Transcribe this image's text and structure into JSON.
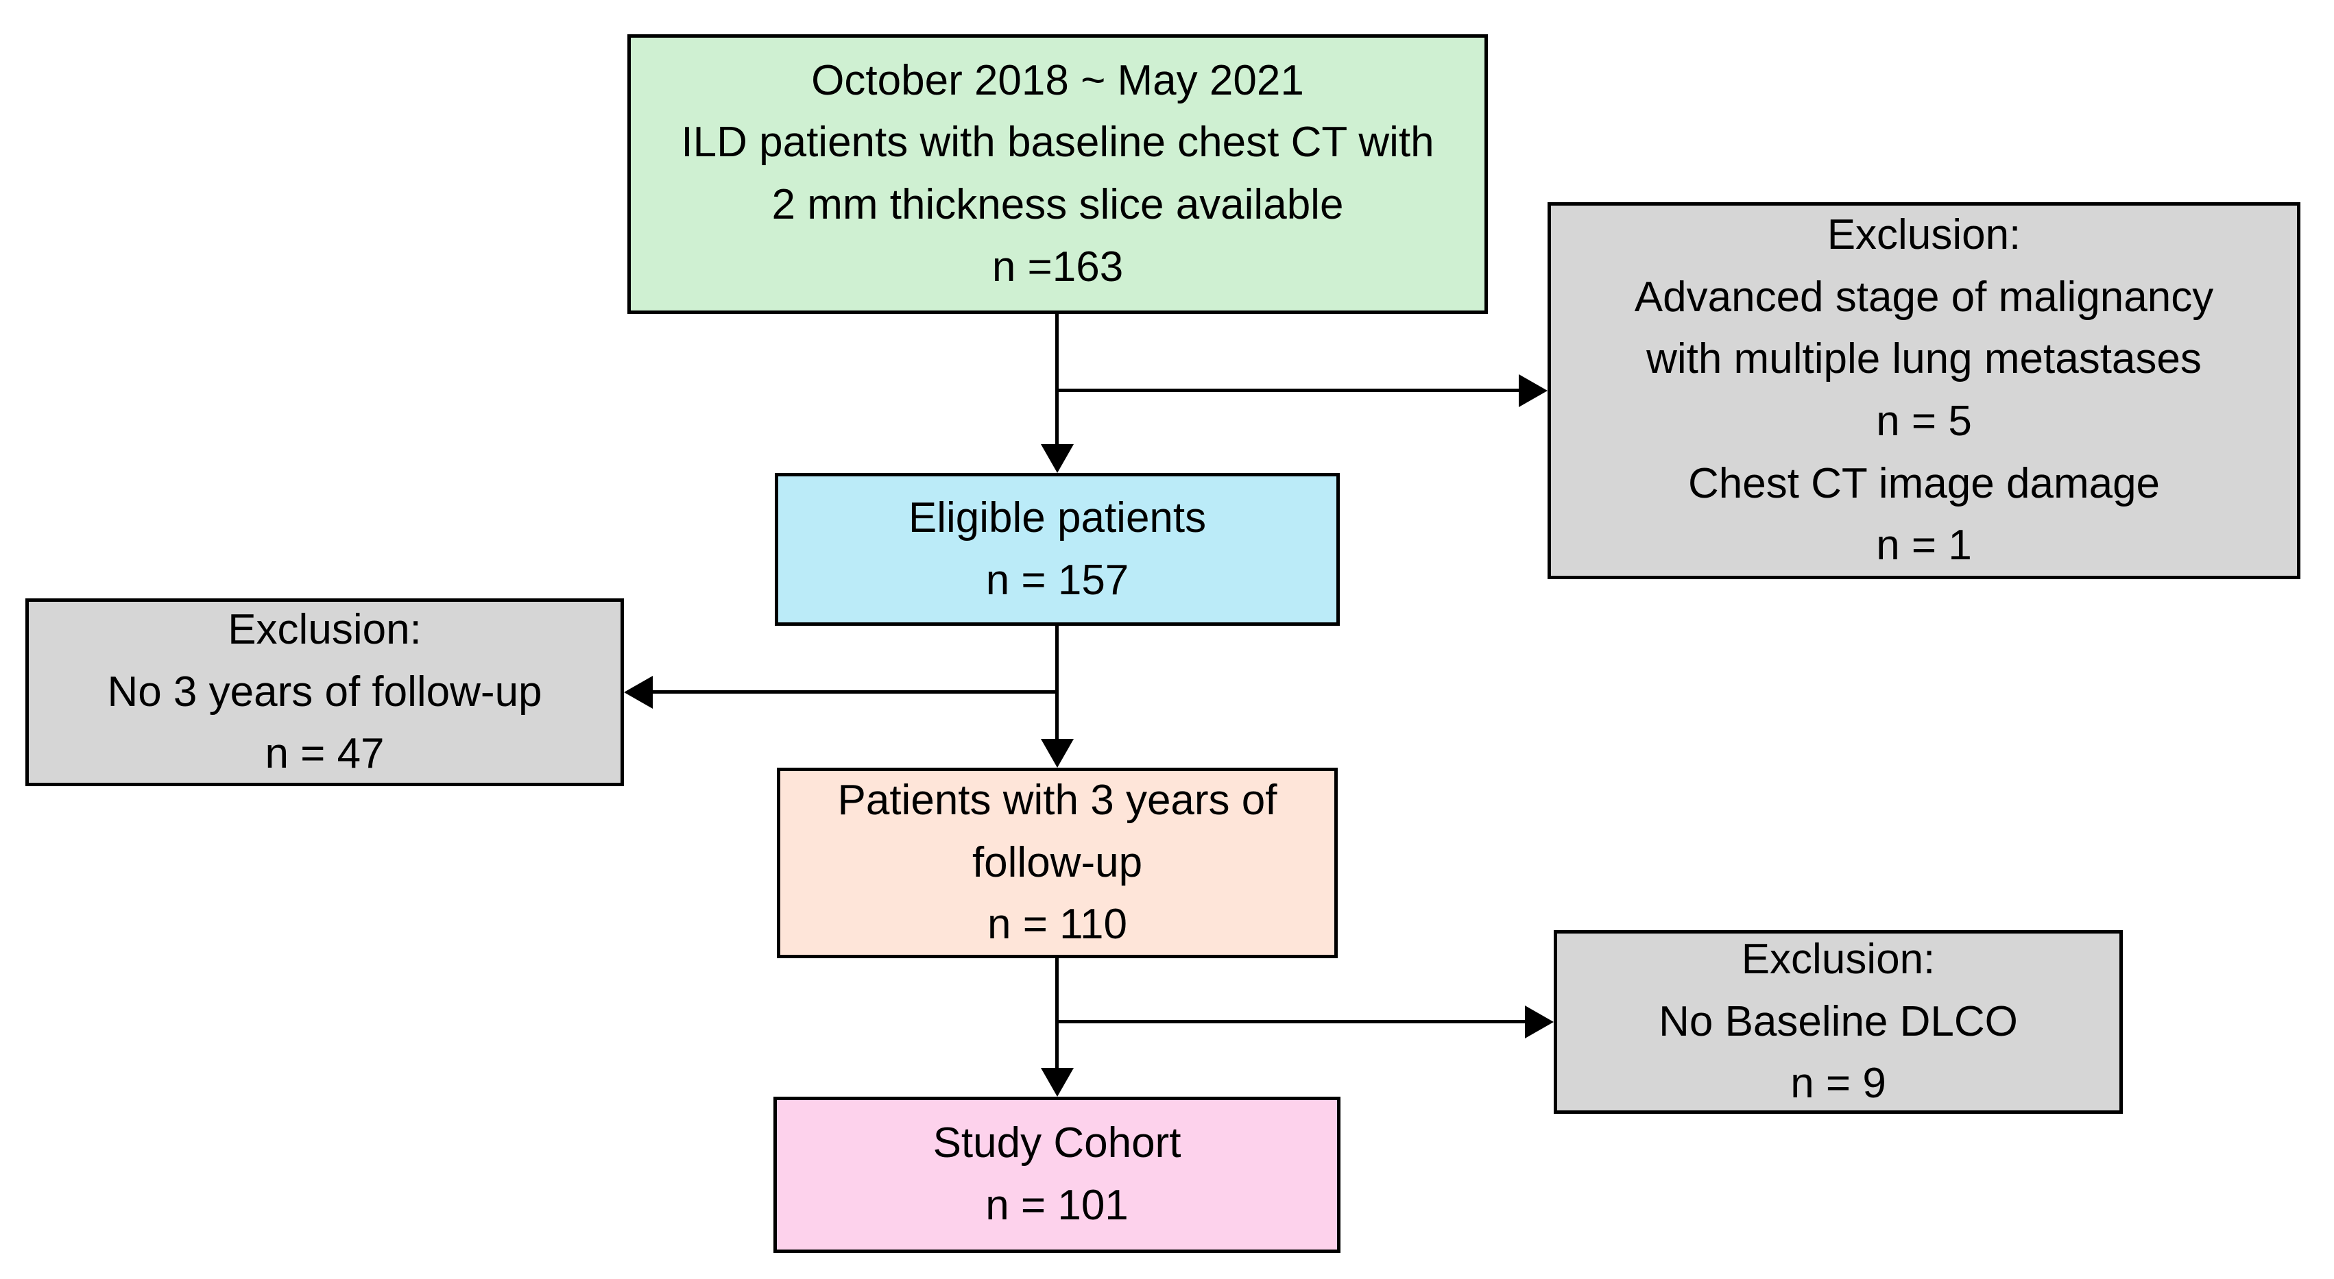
{
  "figure": {
    "type": "flowchart",
    "background_color": "#FFFFFF",
    "connector_color": "#000000",
    "border_color": "#000000",
    "nodes": [
      {
        "id": "source",
        "fill": "#CFF0D2",
        "lines": [
          "October 2018 ~ May 2021",
          "ILD patients with baseline chest CT with",
          "2 mm thickness slice available",
          "n =163"
        ]
      },
      {
        "id": "exclusion-malignancy",
        "fill": "#D6D6D6",
        "lines": [
          "Exclusion:",
          "Advanced stage of malignancy",
          "with multiple lung metastases",
          "n = 5",
          "Chest CT image damage",
          "n = 1"
        ]
      },
      {
        "id": "eligible-patients",
        "fill": "#BBEBF8",
        "lines": [
          "Eligible patients",
          "n = 157"
        ]
      },
      {
        "id": "exclusion-followup",
        "fill": "#D6D6D6",
        "lines": [
          "Exclusion:",
          "No 3 years of follow-up",
          "n = 47"
        ]
      },
      {
        "id": "patients-3yr-followup",
        "fill": "#FEE5D9",
        "lines": [
          "Patients with 3 years of",
          "follow-up",
          "n = 110"
        ]
      },
      {
        "id": "exclusion-dlco",
        "fill": "#D6D6D6",
        "lines": [
          "Exclusion:",
          "No Baseline DLCO",
          "n = 9"
        ]
      },
      {
        "id": "study-cohort",
        "fill": "#FDD2EC",
        "lines": [
          "Study Cohort",
          "n = 101"
        ]
      }
    ],
    "edges": [
      {
        "from": "source",
        "to": "eligible-patients"
      },
      {
        "from": "source",
        "to": "exclusion-malignancy"
      },
      {
        "from": "eligible-patients",
        "to": "patients-3yr-followup"
      },
      {
        "from": "eligible-patients",
        "to": "exclusion-followup"
      },
      {
        "from": "patients-3yr-followup",
        "to": "study-cohort"
      },
      {
        "from": "patients-3yr-followup",
        "to": "exclusion-dlco"
      }
    ]
  }
}
